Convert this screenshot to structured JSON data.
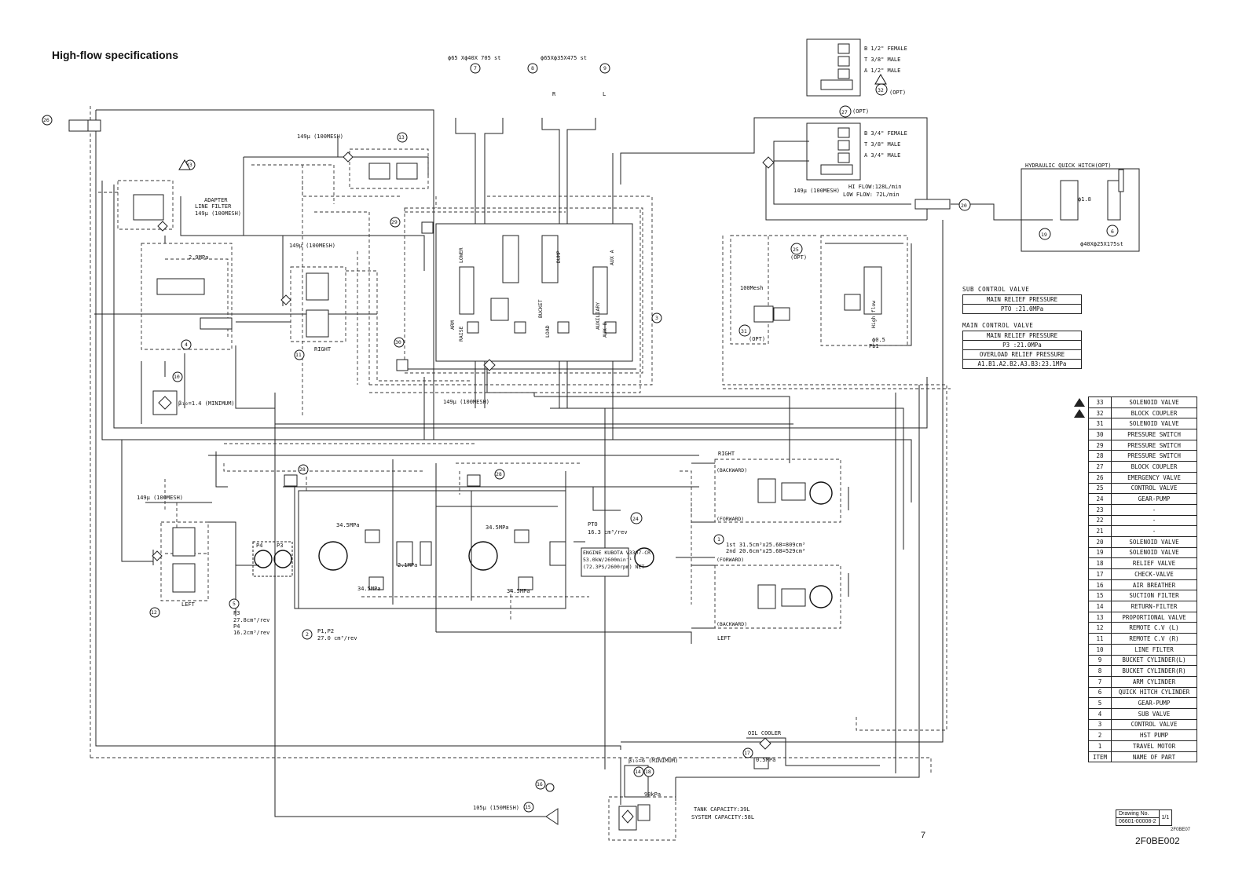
{
  "title": "High-flow specifications",
  "cylinders": {
    "arm": "ϕ65 Xϕ40X 705 st",
    "bucket": "ϕ65Xϕ35X475 st",
    "hitch": "ϕ40Xϕ25X175st",
    "r": "R",
    "l": "L"
  },
  "couplers_top": {
    "b": "B  1/2\" FEMALE",
    "t": "T  3/8\" MALE",
    "a": "A  1/2\" MALE",
    "opt": "(OPT)"
  },
  "couplers_mid": {
    "opt": "(OPT)",
    "b": "B  3/4\" FEMALE",
    "t": "T  3/8\" MALE",
    "a": "A  3/4\" MALE",
    "hi": "HI FLOW:128L/min",
    "low": "LOW FLOW: 72L/min"
  },
  "labels": {
    "filter149": "149μ (100MESH)",
    "adapter": "ADAPTER",
    "line_filter": "LINE FILTER",
    "line_filter_mesh": "149μ (100MESH)",
    "relief29": "2.9MPa",
    "beta14": "β₁₀=1.4 (MINIMUM)",
    "beta6": "β₁₀=6 (MINIMUM)",
    "right": "RIGHT",
    "left": "LEFT",
    "mesh100": "100Mesh",
    "opt": "(OPT)",
    "phi05": "ϕ0.5",
    "pb1": "Pb1",
    "high_flow": "High flow",
    "hitch_title": "HYDRAULIC QUICK HITCH(OPT)",
    "phi18": "ϕ1.8",
    "p3": "P3",
    "p3_disp": "27.8cm³/rev",
    "p4": "P4",
    "p4_disp": "16.2cm³/rev",
    "p12": "P1,P2",
    "p12_disp": "27.0 cm³/rev",
    "pto": "PTO",
    "pto_disp": "16.3 cm³/rev",
    "engine": "ENGINE KUBOTA V3307-CR",
    "engine2": "53.0kW/2600min⁻¹",
    "engine3": "(72.3PS/2600rpm) NET",
    "press345": "34.5MPa",
    "press21": "2.1MPa",
    "motor1": "1st 31.5cm³x25.68=809cm³",
    "motor2": "2nd 20.6cm³x25.68=529cm³",
    "forward": "(FORWARD)",
    "backward": "(BACKWARD)",
    "oil_cooler": "OIL COOLER",
    "press05": "0.5MPa",
    "press98": "98kPa",
    "suction": "105μ (150MESH)",
    "tank": "TANK CAPACITY:39L",
    "system": "SYSTEM CAPACITY:58L",
    "lower": "LOWER",
    "raise": "RAISE",
    "arm": "ARM",
    "dump": "DUMP",
    "load": "LOAD",
    "bucket": "BUCKET",
    "aux_a": "AUX A",
    "aux_b": "AUX B",
    "auxiliary": "AUXILIARY"
  },
  "sub_control": {
    "title": "SUB CONTROL VALVE",
    "row1": "MAIN RELIEF PRESSURE",
    "row2": "PTO :21.0MPa"
  },
  "main_control": {
    "title": "MAIN CONTROL VALVE",
    "row1": "MAIN RELIEF PRESSURE",
    "row2": "P3 :21.0MPa",
    "row3": "OVERLOAD RELIEF PRESSURE",
    "row4": "A1.B1.A2.B2.A3.B3:23.1MPa"
  },
  "parts": [
    {
      "no": "33",
      "name": "SOLENOID VALVE",
      "mark": "Δ"
    },
    {
      "no": "32",
      "name": "BLOCK COUPLER",
      "mark": "Δ"
    },
    {
      "no": "31",
      "name": "SOLENOID VALVE"
    },
    {
      "no": "30",
      "name": "PRESSURE SWITCH"
    },
    {
      "no": "29",
      "name": "PRESSURE SWITCH"
    },
    {
      "no": "28",
      "name": "PRESSURE SWITCH"
    },
    {
      "no": "27",
      "name": "BLOCK COUPLER"
    },
    {
      "no": "26",
      "name": "EMERGENCY VALVE"
    },
    {
      "no": "25",
      "name": "CONTROL VALVE"
    },
    {
      "no": "24",
      "name": "GEAR-PUMP"
    },
    {
      "no": "23",
      "name": "-"
    },
    {
      "no": "22",
      "name": "-"
    },
    {
      "no": "21",
      "name": "-"
    },
    {
      "no": "20",
      "name": "SOLENOID VALVE"
    },
    {
      "no": "19",
      "name": "SOLENOID VALVE"
    },
    {
      "no": "18",
      "name": "RELIEF VALVE"
    },
    {
      "no": "17",
      "name": "CHECK-VALVE"
    },
    {
      "no": "16",
      "name": "AIR BREATHER"
    },
    {
      "no": "15",
      "name": "SUCTION FILTER"
    },
    {
      "no": "14",
      "name": "RETURN-FILTER"
    },
    {
      "no": "13",
      "name": "PROPORTIONAL VALVE"
    },
    {
      "no": "12",
      "name": "REMOTE C.V (L)"
    },
    {
      "no": "11",
      "name": "REMOTE C.V (R)"
    },
    {
      "no": "10",
      "name": "LINE FILTER"
    },
    {
      "no": "9",
      "name": "BUCKET CYLINDER(L)"
    },
    {
      "no": "8",
      "name": "BUCKET CYLINDER(R)"
    },
    {
      "no": "7",
      "name": "ARM CYLINDER"
    },
    {
      "no": "6",
      "name": "QUICK HITCH CYLINDER"
    },
    {
      "no": "5",
      "name": "GEAR-PUMP"
    },
    {
      "no": "4",
      "name": "SUB VALVE"
    },
    {
      "no": "3",
      "name": "CONTROL VALVE"
    },
    {
      "no": "2",
      "name": "HST PUMP"
    },
    {
      "no": "1",
      "name": "TRAVEL MOTOR"
    },
    {
      "no": "ITEM",
      "name": "NAME OF PART"
    }
  ],
  "drawing": {
    "label": "Drawing No.",
    "number": "06601-00008-2",
    "sheet": "1/1"
  },
  "page_number": "7",
  "code_small": "2F0BE07",
  "code": "2F0BE002"
}
